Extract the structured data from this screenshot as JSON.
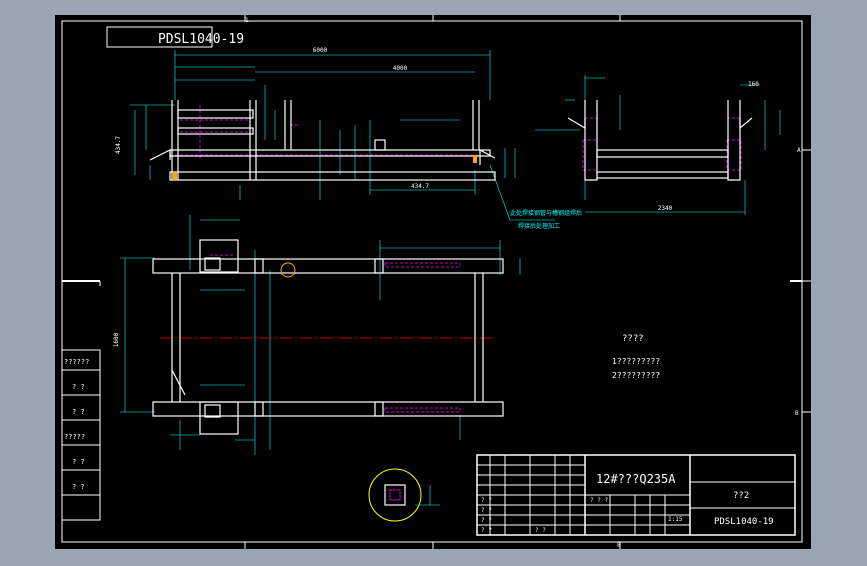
{
  "drawing": {
    "number": "PDSL1040-19",
    "mirror_number": "PDSL1040-19",
    "material": "12#???Q235A",
    "part_name": "??2",
    "scale": "1:15"
  },
  "notes": {
    "title": "????",
    "line1": "1?????????",
    "line2": "2?????????"
  },
  "side_table": [
    "??????",
    "? ?",
    "? ?",
    "?????",
    "? ?",
    "? ?"
  ],
  "title_block_small": [
    "? ?",
    "? ?",
    "? ?",
    "? ?",
    "? ? ?",
    "? ?"
  ],
  "chinese_note": {
    "line1": "此处焊接钢管与槽钢组焊后",
    "line2": "焊接后处理加工"
  },
  "frame_markers": {
    "top": "1",
    "bottom": "8",
    "right_a": "A",
    "right_b": "B"
  },
  "dimensions": {
    "front_overall": "6000",
    "front_span": "4000",
    "front_bottom": "434.7",
    "front_left": "434.7",
    "side_width": "2340",
    "side_top": "160",
    "plan_height": "1600"
  },
  "colors": {
    "background": "#000000",
    "line": "#ffffff",
    "dimension": "#00ffff",
    "hidden": "#ff00ff",
    "center": "#ff0000",
    "accent": "#ffff00"
  }
}
